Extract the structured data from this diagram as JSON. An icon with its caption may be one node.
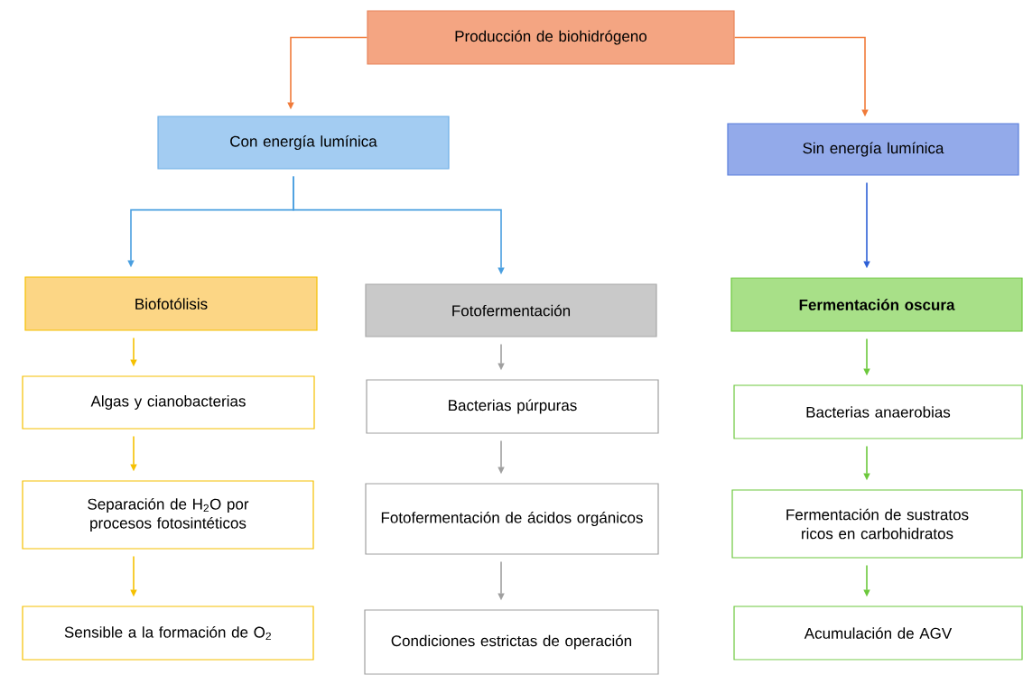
{
  "diagram": {
    "nodes": [
      {
        "text": [
          "Producción de biohidrógeno"
        ]
      },
      {
        "text": [
          "Con energía lumínica"
        ]
      },
      {
        "text": [
          "Sin energía lumínica"
        ]
      },
      {
        "text": [
          "Biofotólisis"
        ]
      },
      {
        "text": [
          "Fotofermentación"
        ]
      },
      {
        "text": [
          "Fermentación oscura"
        ]
      },
      {
        "text": [
          "Algas y cianobacterias"
        ]
      },
      {
        "text": [
          "Bacterias púrpuras"
        ]
      },
      {
        "text": [
          "Bacterias anaerobias"
        ]
      },
      {
        "text": [
          "Separación de H$_{2}$O por procesos fotosintéticos"
        ]
      },
      {
        "text": [
          "Fotofermentación de ácidos orgánicos"
        ]
      },
      {
        "text": [
          "Fermentación de sustratos ricos en carbohidratos"
        ]
      },
      {
        "text": [
          "Sensible a la formación de O$_{2}$"
        ]
      },
      {
        "text": [
          "Condiciones estrictas de operación"
        ]
      },
      {
        "text": [
          "Acumulación de AGV"
        ]
      }
    ],
    "edges": [
      {
        "from": 0,
        "to": 1,
        "arrow": "to",
        "color": "#f07b3a"
      },
      {
        "from": 0,
        "to": 2,
        "arrow": "to",
        "color": "#f07b3a"
      },
      {
        "from": 1,
        "to": 3,
        "arrow": "to",
        "color": "#4a9fe0"
      },
      {
        "from": 1,
        "to": 4,
        "arrow": "to",
        "color": "#4a9fe0"
      },
      {
        "from": 2,
        "to": 5,
        "arrow": "to",
        "color": "#2d5fd6"
      },
      {
        "from": 3,
        "to": 6,
        "arrow": "to",
        "color": "#f5c000"
      },
      {
        "from": 6,
        "to": 9,
        "arrow": "to",
        "color": "#f5c000"
      },
      {
        "from": 9,
        "to": 12,
        "arrow": "to",
        "color": "#f5c000"
      },
      {
        "from": 4,
        "to": 7,
        "arrow": "to",
        "color": "#a0a0a0"
      },
      {
        "from": 7,
        "to": 10,
        "arrow": "to",
        "color": "#a0a0a0"
      },
      {
        "from": 10,
        "to": 13,
        "arrow": "to",
        "color": "#a0a0a0"
      },
      {
        "from": 5,
        "to": 8,
        "arrow": "to",
        "color": "#6cc83c"
      },
      {
        "from": 8,
        "to": 11,
        "arrow": "to",
        "color": "#6cc83c"
      },
      {
        "from": 11,
        "to": 14,
        "arrow": "to",
        "color": "#6cc83c"
      }
    ]
  }
}
